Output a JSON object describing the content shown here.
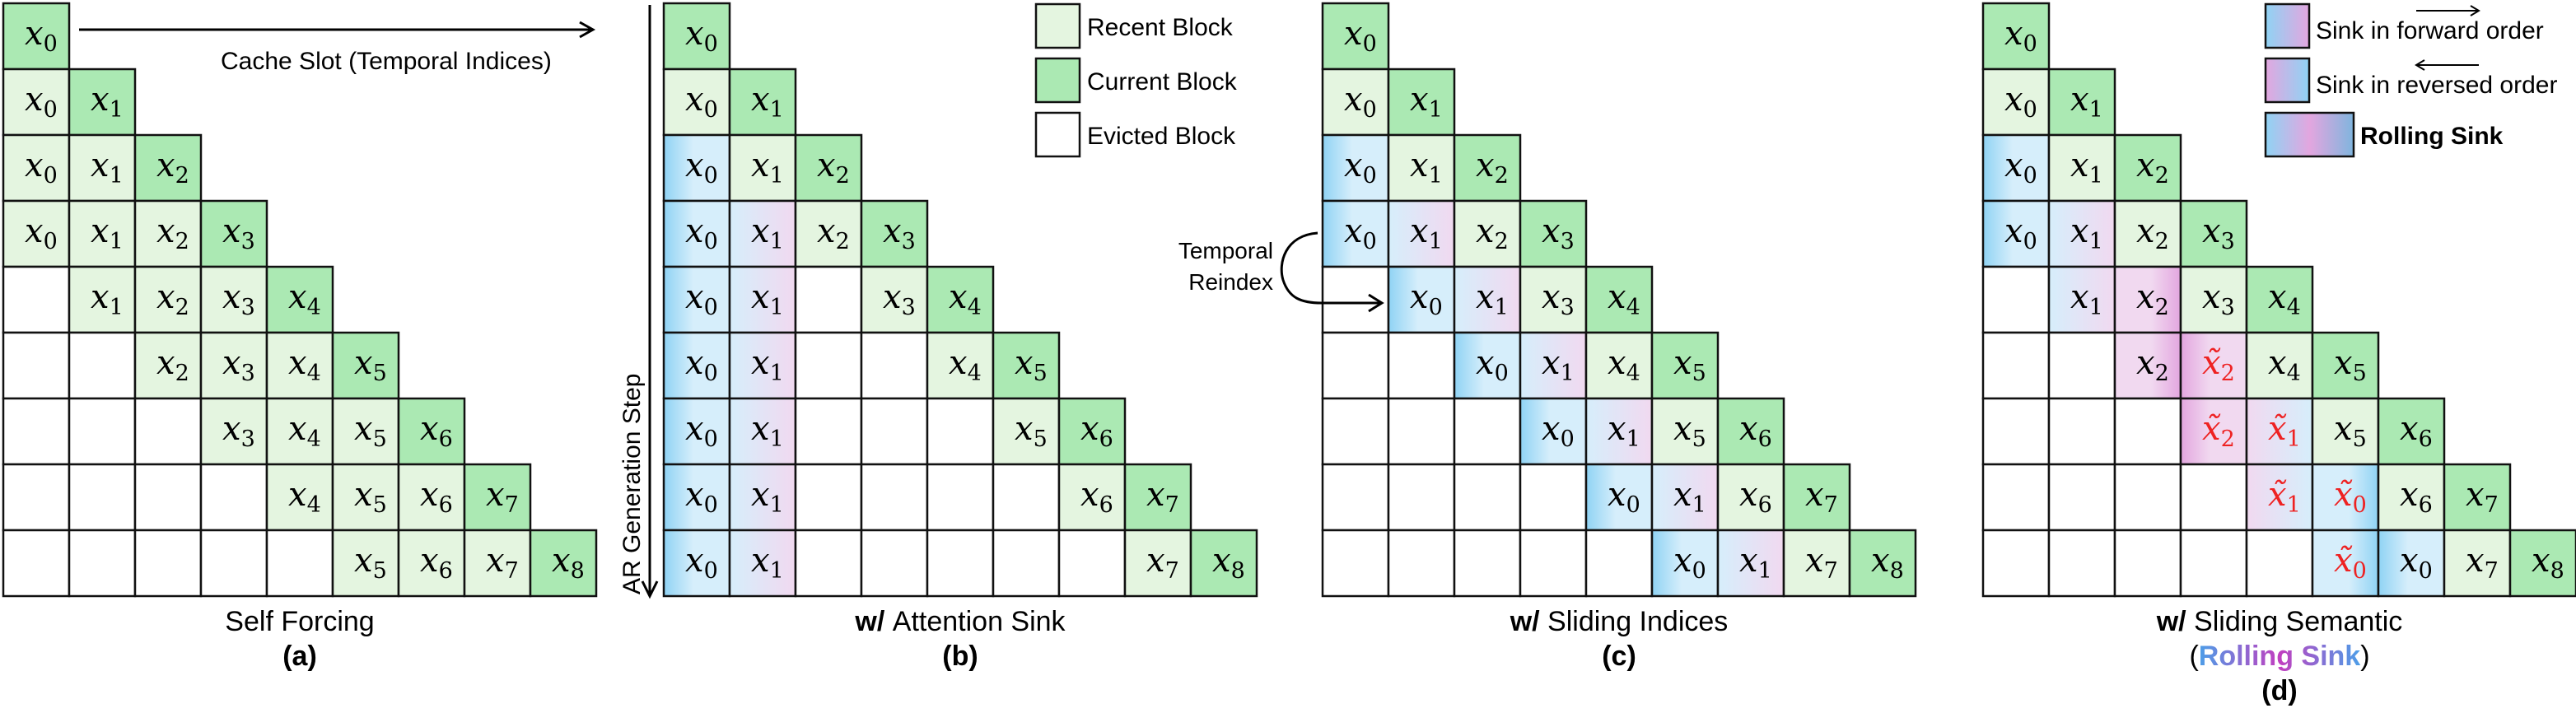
{
  "colors": {
    "recent": "#e4f5e0",
    "current": "#abe9b3",
    "evicted": "#ffffff",
    "blue_strong": "#8fd3f4",
    "blue_light": "#d6eefb",
    "pink_light": "#f1d9f0",
    "pink_strong": "#e3a6df",
    "red_text": "#ee2222",
    "rolling_blue": "#3fa9ec",
    "rolling_magenta": "#c13fc0",
    "border": "#111111"
  },
  "annotations": {
    "cache_slot": "Cache Slot (Temporal Indices)",
    "ar_step": "AR Generation Step",
    "temporal_reindex_line1": "Temporal",
    "temporal_reindex_line2": "Reindex"
  },
  "legend_blocks": [
    {
      "label": "Recent Block",
      "type": "recent"
    },
    {
      "label": "Current Block",
      "type": "current"
    },
    {
      "label": "Evicted Block",
      "type": "evicted"
    }
  ],
  "legend_sinks": [
    {
      "label": "Sink in forward order",
      "type": "fwd",
      "arrow": "right"
    },
    {
      "label": "Sink in reversed order",
      "type": "rev",
      "arrow": "left"
    },
    {
      "label": "Rolling Sink",
      "type": "rolling"
    }
  ],
  "panels": [
    {
      "id": "a",
      "title_bold": "",
      "title": "Self Forcing",
      "title_line2": "",
      "letter": "(a)",
      "rows": [
        [
          [
            "x",
            "0",
            "current"
          ]
        ],
        [
          [
            "x",
            "0",
            "recent"
          ],
          [
            "x",
            "1",
            "current"
          ]
        ],
        [
          [
            "x",
            "0",
            "recent"
          ],
          [
            "x",
            "1",
            "recent"
          ],
          [
            "x",
            "2",
            "current"
          ]
        ],
        [
          [
            "x",
            "0",
            "recent"
          ],
          [
            "x",
            "1",
            "recent"
          ],
          [
            "x",
            "2",
            "recent"
          ],
          [
            "x",
            "3",
            "current"
          ]
        ],
        [
          null,
          [
            "x",
            "1",
            "recent"
          ],
          [
            "x",
            "2",
            "recent"
          ],
          [
            "x",
            "3",
            "recent"
          ],
          [
            "x",
            "4",
            "current"
          ]
        ],
        [
          null,
          null,
          [
            "x",
            "2",
            "recent"
          ],
          [
            "x",
            "3",
            "recent"
          ],
          [
            "x",
            "4",
            "recent"
          ],
          [
            "x",
            "5",
            "current"
          ]
        ],
        [
          null,
          null,
          null,
          [
            "x",
            "3",
            "recent"
          ],
          [
            "x",
            "4",
            "recent"
          ],
          [
            "x",
            "5",
            "recent"
          ],
          [
            "x",
            "6",
            "current"
          ]
        ],
        [
          null,
          null,
          null,
          null,
          [
            "x",
            "4",
            "recent"
          ],
          [
            "x",
            "5",
            "recent"
          ],
          [
            "x",
            "6",
            "recent"
          ],
          [
            "x",
            "7",
            "current"
          ]
        ],
        [
          null,
          null,
          null,
          null,
          null,
          [
            "x",
            "5",
            "recent"
          ],
          [
            "x",
            "6",
            "recent"
          ],
          [
            "x",
            "7",
            "recent"
          ],
          [
            "x",
            "8",
            "current"
          ]
        ]
      ]
    },
    {
      "id": "b",
      "title_bold": "w/",
      "title": "Attention Sink",
      "title_line2": "",
      "letter": "(b)",
      "rows": [
        [
          [
            "x",
            "0",
            "current"
          ]
        ],
        [
          [
            "x",
            "0",
            "recent"
          ],
          [
            "x",
            "1",
            "current"
          ]
        ],
        [
          [
            "x",
            "0",
            "blue"
          ],
          [
            "x",
            "1",
            "recent"
          ],
          [
            "x",
            "2",
            "current"
          ]
        ],
        [
          [
            "x",
            "0",
            "blue"
          ],
          [
            "x",
            "1",
            "bluepink"
          ],
          [
            "x",
            "2",
            "recent"
          ],
          [
            "x",
            "3",
            "current"
          ]
        ],
        [
          [
            "x",
            "0",
            "blue"
          ],
          [
            "x",
            "1",
            "bluepink"
          ],
          null,
          [
            "x",
            "3",
            "recent"
          ],
          [
            "x",
            "4",
            "current"
          ]
        ],
        [
          [
            "x",
            "0",
            "blue"
          ],
          [
            "x",
            "1",
            "bluepink"
          ],
          null,
          null,
          [
            "x",
            "4",
            "recent"
          ],
          [
            "x",
            "5",
            "current"
          ]
        ],
        [
          [
            "x",
            "0",
            "blue"
          ],
          [
            "x",
            "1",
            "bluepink"
          ],
          null,
          null,
          null,
          [
            "x",
            "5",
            "recent"
          ],
          [
            "x",
            "6",
            "current"
          ]
        ],
        [
          [
            "x",
            "0",
            "blue"
          ],
          [
            "x",
            "1",
            "bluepink"
          ],
          null,
          null,
          null,
          null,
          [
            "x",
            "6",
            "recent"
          ],
          [
            "x",
            "7",
            "current"
          ]
        ],
        [
          [
            "x",
            "0",
            "blue"
          ],
          [
            "x",
            "1",
            "bluepink"
          ],
          null,
          null,
          null,
          null,
          null,
          [
            "x",
            "7",
            "recent"
          ],
          [
            "x",
            "8",
            "current"
          ]
        ]
      ]
    },
    {
      "id": "c",
      "title_bold": "w/",
      "title": "Sliding Indices",
      "title_line2": "",
      "letter": "(c)",
      "rows": [
        [
          [
            "x",
            "0",
            "current"
          ]
        ],
        [
          [
            "x",
            "0",
            "recent"
          ],
          [
            "x",
            "1",
            "current"
          ]
        ],
        [
          [
            "x",
            "0",
            "blue"
          ],
          [
            "x",
            "1",
            "recent"
          ],
          [
            "x",
            "2",
            "current"
          ]
        ],
        [
          [
            "x",
            "0",
            "blue"
          ],
          [
            "x",
            "1",
            "bluepink"
          ],
          [
            "x",
            "2",
            "recent"
          ],
          [
            "x",
            "3",
            "current"
          ]
        ],
        [
          null,
          [
            "x",
            "0",
            "blue"
          ],
          [
            "x",
            "1",
            "bluepink"
          ],
          [
            "x",
            "3",
            "recent"
          ],
          [
            "x",
            "4",
            "current"
          ]
        ],
        [
          null,
          null,
          [
            "x",
            "0",
            "blue"
          ],
          [
            "x",
            "1",
            "bluepink"
          ],
          [
            "x",
            "4",
            "recent"
          ],
          [
            "x",
            "5",
            "current"
          ]
        ],
        [
          null,
          null,
          null,
          [
            "x",
            "0",
            "blue"
          ],
          [
            "x",
            "1",
            "bluepink"
          ],
          [
            "x",
            "5",
            "recent"
          ],
          [
            "x",
            "6",
            "current"
          ]
        ],
        [
          null,
          null,
          null,
          null,
          [
            "x",
            "0",
            "blue"
          ],
          [
            "x",
            "1",
            "bluepink"
          ],
          [
            "x",
            "6",
            "recent"
          ],
          [
            "x",
            "7",
            "current"
          ]
        ],
        [
          null,
          null,
          null,
          null,
          null,
          [
            "x",
            "0",
            "blue"
          ],
          [
            "x",
            "1",
            "bluepink"
          ],
          [
            "x",
            "7",
            "recent"
          ],
          [
            "x",
            "8",
            "current"
          ]
        ]
      ]
    },
    {
      "id": "d",
      "title_bold": "w/",
      "title": "Sliding Semantic",
      "title_line2": "Rolling Sink",
      "letter": "(d)",
      "rows": [
        [
          [
            "x",
            "0",
            "current"
          ]
        ],
        [
          [
            "x",
            "0",
            "recent"
          ],
          [
            "x",
            "1",
            "current"
          ]
        ],
        [
          [
            "x",
            "0",
            "blue"
          ],
          [
            "x",
            "1",
            "recent"
          ],
          [
            "x",
            "2",
            "current"
          ]
        ],
        [
          [
            "x",
            "0",
            "blue"
          ],
          [
            "x",
            "1",
            "bluepink"
          ],
          [
            "x",
            "2",
            "recent"
          ],
          [
            "x",
            "3",
            "current"
          ]
        ],
        [
          null,
          [
            "x",
            "1",
            "bluepink"
          ],
          [
            "x",
            "2",
            "pinkR"
          ],
          [
            "x",
            "3",
            "recent"
          ],
          [
            "x",
            "4",
            "current"
          ]
        ],
        [
          null,
          null,
          [
            "x",
            "2",
            "pinkR"
          ],
          [
            "xt",
            "2",
            "pinkL"
          ],
          [
            "x",
            "4",
            "recent"
          ],
          [
            "x",
            "5",
            "current"
          ]
        ],
        [
          null,
          null,
          null,
          [
            "xt",
            "2",
            "pinkL"
          ],
          [
            "xt",
            "1",
            "pinkblue"
          ],
          [
            "x",
            "5",
            "recent"
          ],
          [
            "x",
            "6",
            "current"
          ]
        ],
        [
          null,
          null,
          null,
          null,
          [
            "xt",
            "1",
            "pinkblue"
          ],
          [
            "xt",
            "0",
            "blueR"
          ],
          [
            "x",
            "6",
            "recent"
          ],
          [
            "x",
            "7",
            "current"
          ]
        ],
        [
          null,
          null,
          null,
          null,
          null,
          [
            "xt",
            "0",
            "blueR"
          ],
          [
            "x",
            "0",
            "blue"
          ],
          [
            "x",
            "7",
            "recent"
          ],
          [
            "x",
            "8",
            "current"
          ]
        ]
      ]
    }
  ]
}
